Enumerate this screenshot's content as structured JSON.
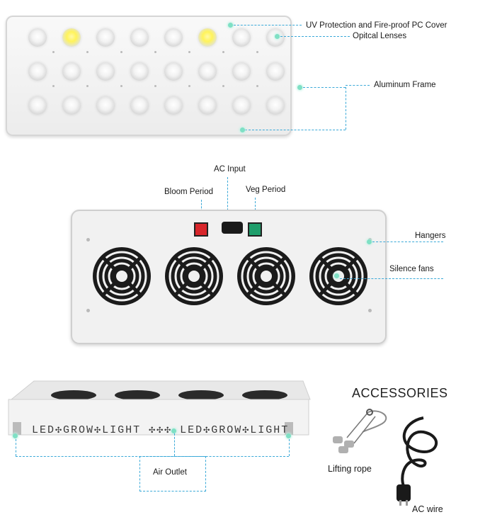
{
  "labels": {
    "uv_cover": "UV Protection and Fire-proof PC Cover",
    "lenses": "Opitcal Lenses",
    "frame": "Aluminum Frame",
    "ac_input": "AC Input",
    "bloom": "Bloom Period",
    "veg": "Veg Period",
    "hangers": "Hangers",
    "fans": "Silence fans",
    "air_outlet": "Air Outlet",
    "accessories": "ACCESSORIES",
    "lifting_rope": "Lifting rope",
    "ac_wire": "AC wire",
    "side_print": "LED✣GROW✣LIGHT ✣✣✣ LED✣GROW✣LIGHT"
  },
  "colors": {
    "accent_line": "#3aa9d8",
    "marker_dot": "#7fe0c4",
    "bloom_switch": "#d8262b",
    "veg_switch": "#1f9e6b"
  },
  "icons": {
    "fan": "fan-icon",
    "led": "led-icon",
    "switch": "switch-icon",
    "rope": "rope-icon",
    "plug": "plug-icon"
  }
}
